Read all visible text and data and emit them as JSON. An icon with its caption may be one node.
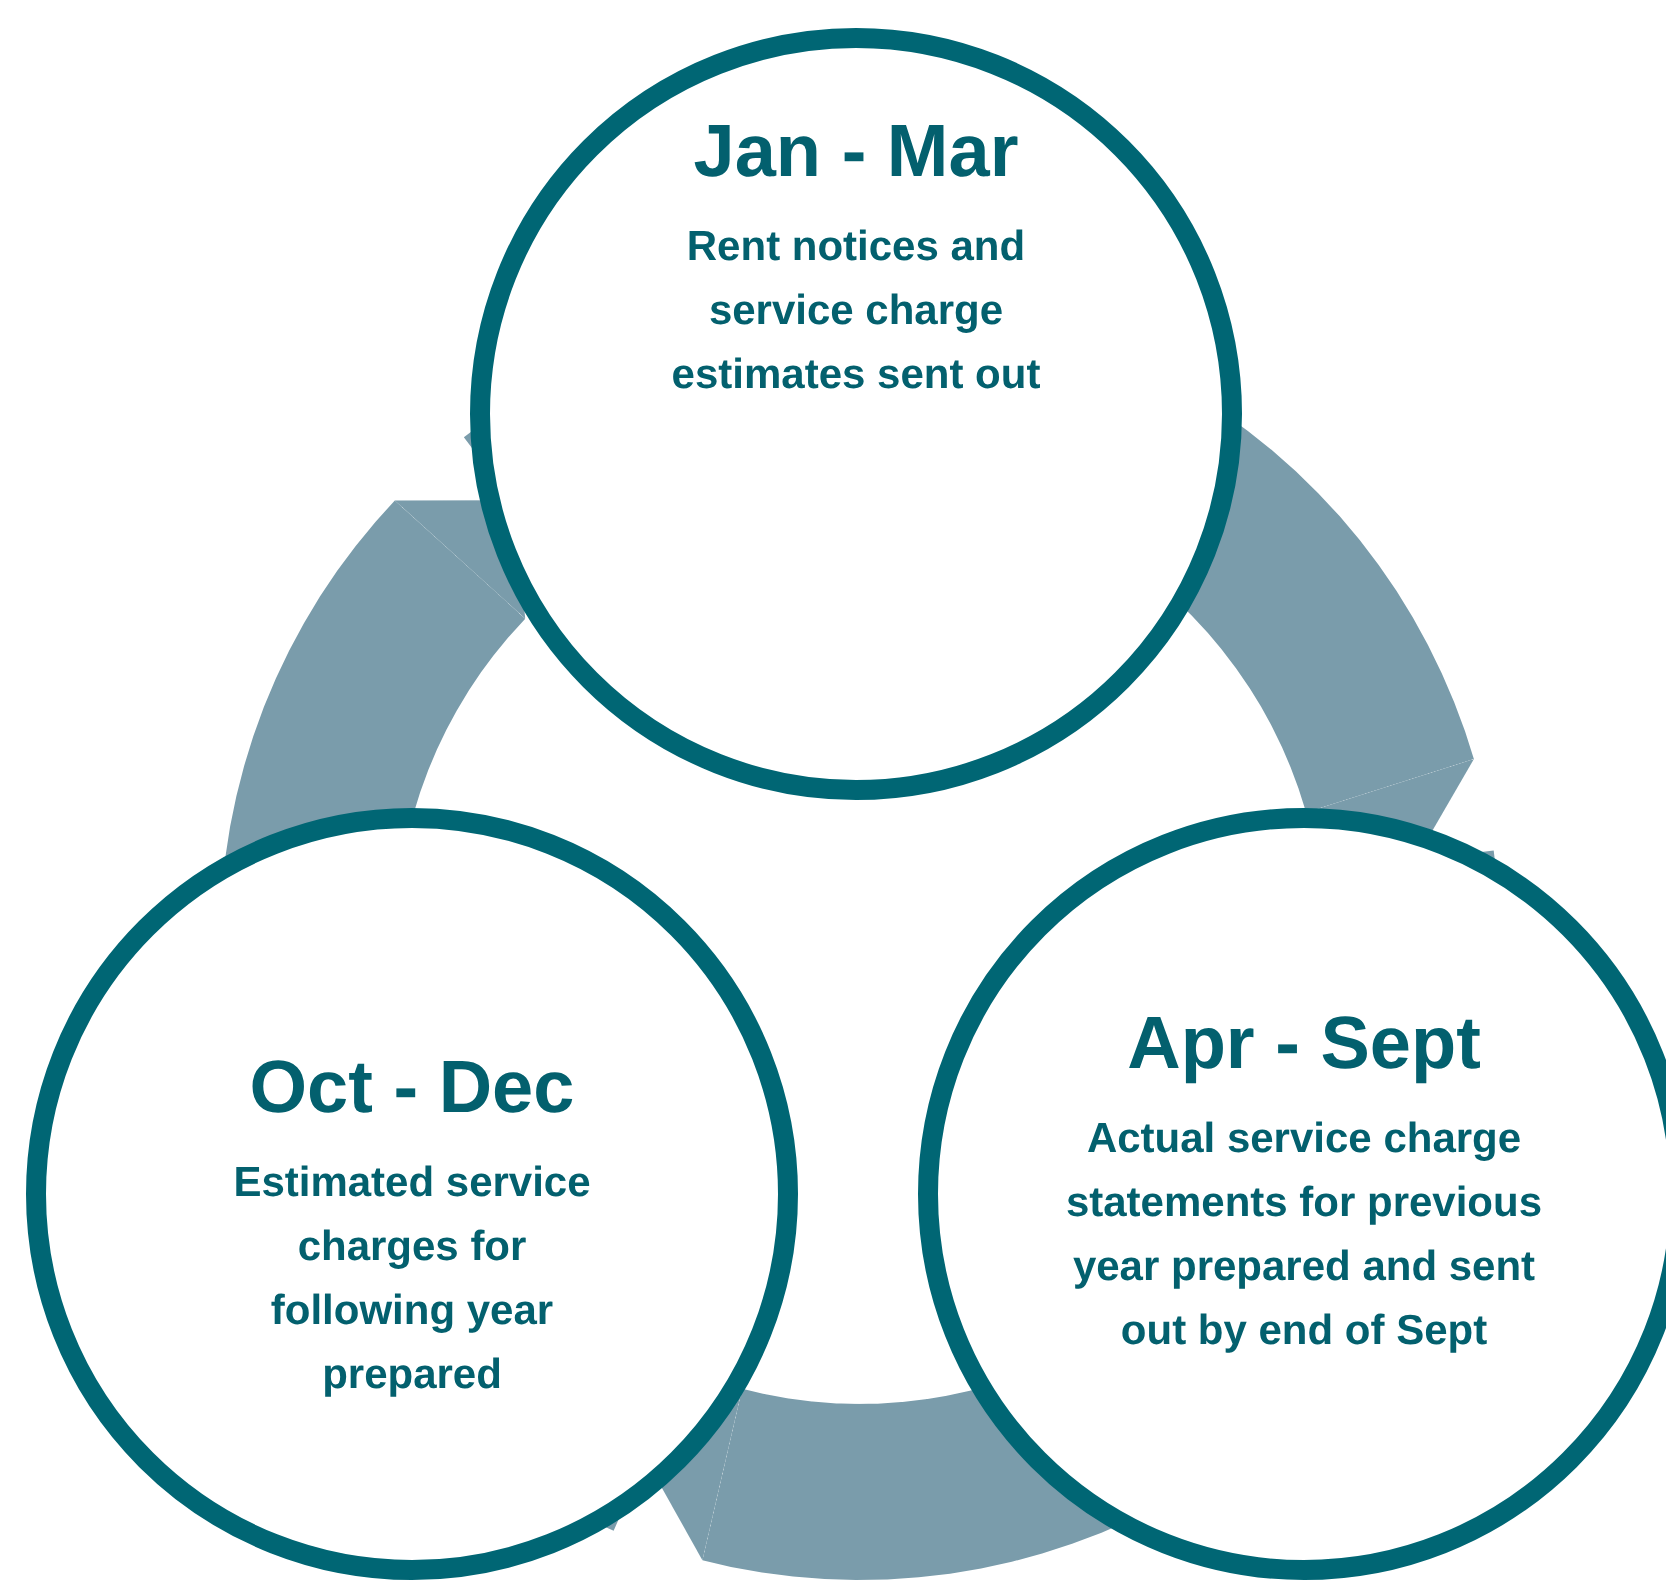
{
  "diagram": {
    "nodes": [
      {
        "text": [
          "Jan - Mar",
          "Rent notices and service charge estimates sent out"
        ]
      },
      {
        "text": [
          "Oct - Dec",
          "Estimated service charges for following year prepared"
        ]
      },
      {
        "text": [
          "Apr - Sept",
          "Actual service charge statements for previous year prepared and sent out by end of Sept"
        ]
      }
    ],
    "edges": [
      {
        "from": 0,
        "to": 2,
        "arrow": "to"
      },
      {
        "from": 2,
        "to": 1,
        "arrow": "to"
      },
      {
        "from": 1,
        "to": 0,
        "arrow": "to"
      }
    ]
  }
}
